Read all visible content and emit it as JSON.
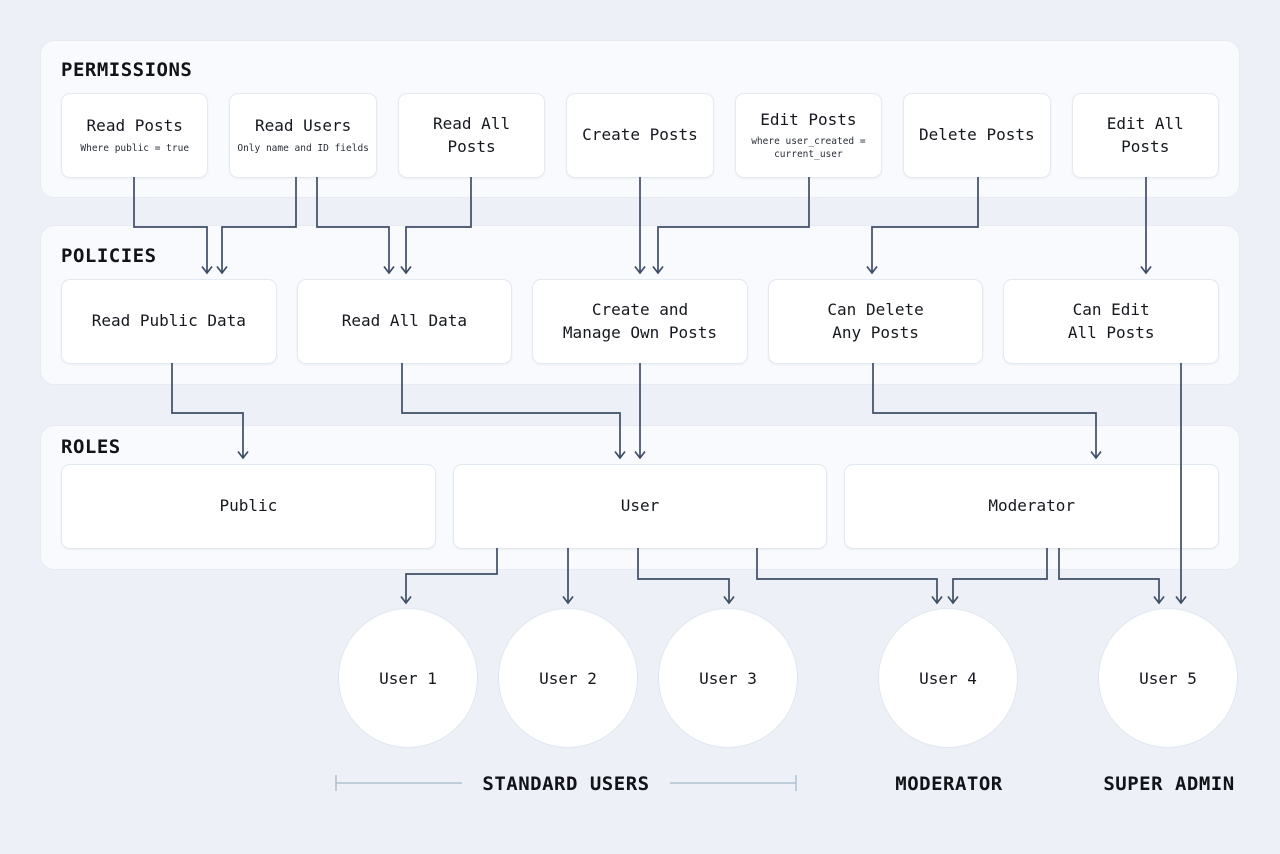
{
  "sections": {
    "permissions": {
      "heading": "PERMISSIONS",
      "boxes": [
        {
          "title": "Read Posts",
          "subtitle": "Where public = true"
        },
        {
          "title": "Read Users",
          "subtitle": "Only name and ID fields"
        },
        {
          "title": "Read All Posts",
          "subtitle": ""
        },
        {
          "title": "Create Posts",
          "subtitle": ""
        },
        {
          "title": "Edit Posts",
          "subtitle": "where user_created = current_user"
        },
        {
          "title": "Delete Posts",
          "subtitle": ""
        },
        {
          "title": "Edit All Posts",
          "subtitle": ""
        }
      ]
    },
    "policies": {
      "heading": "POLICIES",
      "boxes": [
        {
          "title": "Read Public Data"
        },
        {
          "title": "Read All Data"
        },
        {
          "title": "Create and\nManage Own Posts"
        },
        {
          "title": "Can Delete\nAny Posts"
        },
        {
          "title": "Can Edit\nAll Posts"
        }
      ]
    },
    "roles": {
      "heading": "ROLES",
      "boxes": [
        {
          "title": "Public"
        },
        {
          "title": "User"
        },
        {
          "title": "Moderator"
        }
      ]
    }
  },
  "users": [
    {
      "label": "User 1"
    },
    {
      "label": "User 2"
    },
    {
      "label": "User 3"
    },
    {
      "label": "User 4"
    },
    {
      "label": "User 5"
    }
  ],
  "group_labels": [
    {
      "label": "STANDARD USERS"
    },
    {
      "label": "MODERATOR"
    },
    {
      "label": "SUPER ADMIN"
    }
  ],
  "edges": {
    "permission_to_policy": [
      {
        "from": "Read Posts",
        "to": "Read Public Data"
      },
      {
        "from": "Read Users",
        "to": "Read Public Data"
      },
      {
        "from": "Read Users",
        "to": "Read All Data"
      },
      {
        "from": "Read All Posts",
        "to": "Read All Data"
      },
      {
        "from": "Create Posts",
        "to": "Create and Manage Own Posts"
      },
      {
        "from": "Edit Posts",
        "to": "Create and Manage Own Posts"
      },
      {
        "from": "Delete Posts",
        "to": "Can Delete Any Posts"
      },
      {
        "from": "Edit All Posts",
        "to": "Can Edit All Posts"
      }
    ],
    "policy_to_role": [
      {
        "from": "Read Public Data",
        "to": "Public"
      },
      {
        "from": "Read All Data",
        "to": "User"
      },
      {
        "from": "Create and Manage Own Posts",
        "to": "User"
      },
      {
        "from": "Can Delete Any Posts",
        "to": "Moderator"
      },
      {
        "from": "Can Edit All Posts",
        "to": "User 5"
      }
    ],
    "role_to_user": [
      {
        "from": "User",
        "to": "User 1"
      },
      {
        "from": "User",
        "to": "User 2"
      },
      {
        "from": "User",
        "to": "User 3"
      },
      {
        "from": "User",
        "to": "User 4"
      },
      {
        "from": "Moderator",
        "to": "User 4"
      },
      {
        "from": "Moderator",
        "to": "User 5"
      }
    ]
  },
  "colors": {
    "page_background": "#edf1f7",
    "panel_background": "#f8fafd",
    "node_background": "#ffffff",
    "wire": "#3e4d66",
    "bracket": "#b0bfd0",
    "text": "#15181e"
  }
}
